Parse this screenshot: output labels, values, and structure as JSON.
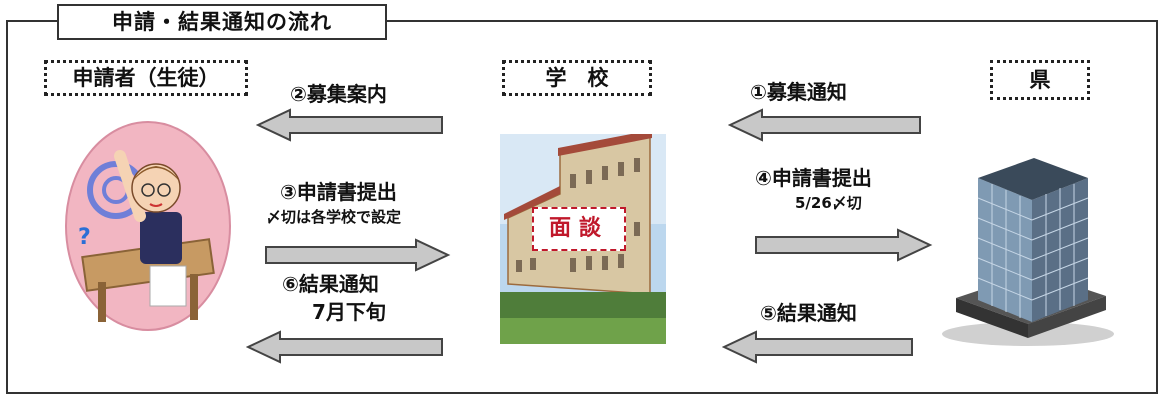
{
  "title": "申請・結果通知の流れ",
  "actors": {
    "applicant": "申請者（生徒）",
    "school": "学　校",
    "prefecture": "県"
  },
  "steps": {
    "s1": "①募集通知",
    "s2": "②募集案内",
    "s3": "③申請書提出",
    "s3_note": "〆切は各学校で設定",
    "s4": "④申請書提出",
    "s4_note": "5/26〆切",
    "s5": "⑤結果通知",
    "s6": "⑥結果通知",
    "s6_note": "7月下旬"
  },
  "school_badge": "面談",
  "colors": {
    "arrow_fill": "#c8c8c8",
    "arrow_stroke": "#444444",
    "badge": "#c0182b"
  }
}
